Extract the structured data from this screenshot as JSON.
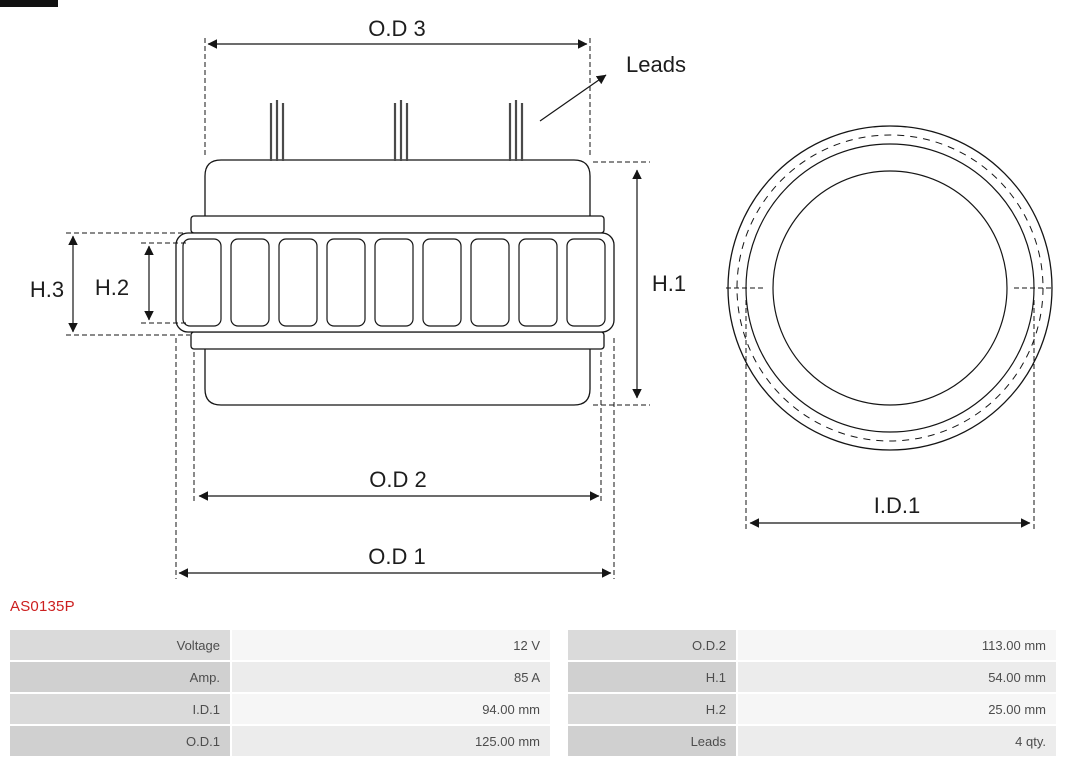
{
  "part_number": "AS0135P",
  "diagram": {
    "labels": {
      "od3": "O.D 3",
      "leads": "Leads",
      "h1": "H.1",
      "h2": "H.2",
      "h3": "H.3",
      "od2": "O.D 2",
      "od1": "O.D 1",
      "id1": "I.D.1"
    }
  },
  "table": {
    "rows": [
      {
        "label1": "Voltage",
        "value1": "12 V",
        "label2": "O.D.2",
        "value2": "113.00 mm"
      },
      {
        "label1": "Amp.",
        "value1": "85 A",
        "label2": "H.1",
        "value2": "54.00 mm"
      },
      {
        "label1": "I.D.1",
        "value1": "94.00 mm",
        "label2": "H.2",
        "value2": "25.00 mm"
      },
      {
        "label1": "O.D.1",
        "value1": "125.00 mm",
        "label2": "Leads",
        "value2": "4 qty."
      }
    ]
  },
  "colors": {
    "part_number_red": "#cc1f1f",
    "table_label_bg": "#dadada",
    "table_value_bg": "#f6f6f6",
    "line_color": "#151515"
  }
}
